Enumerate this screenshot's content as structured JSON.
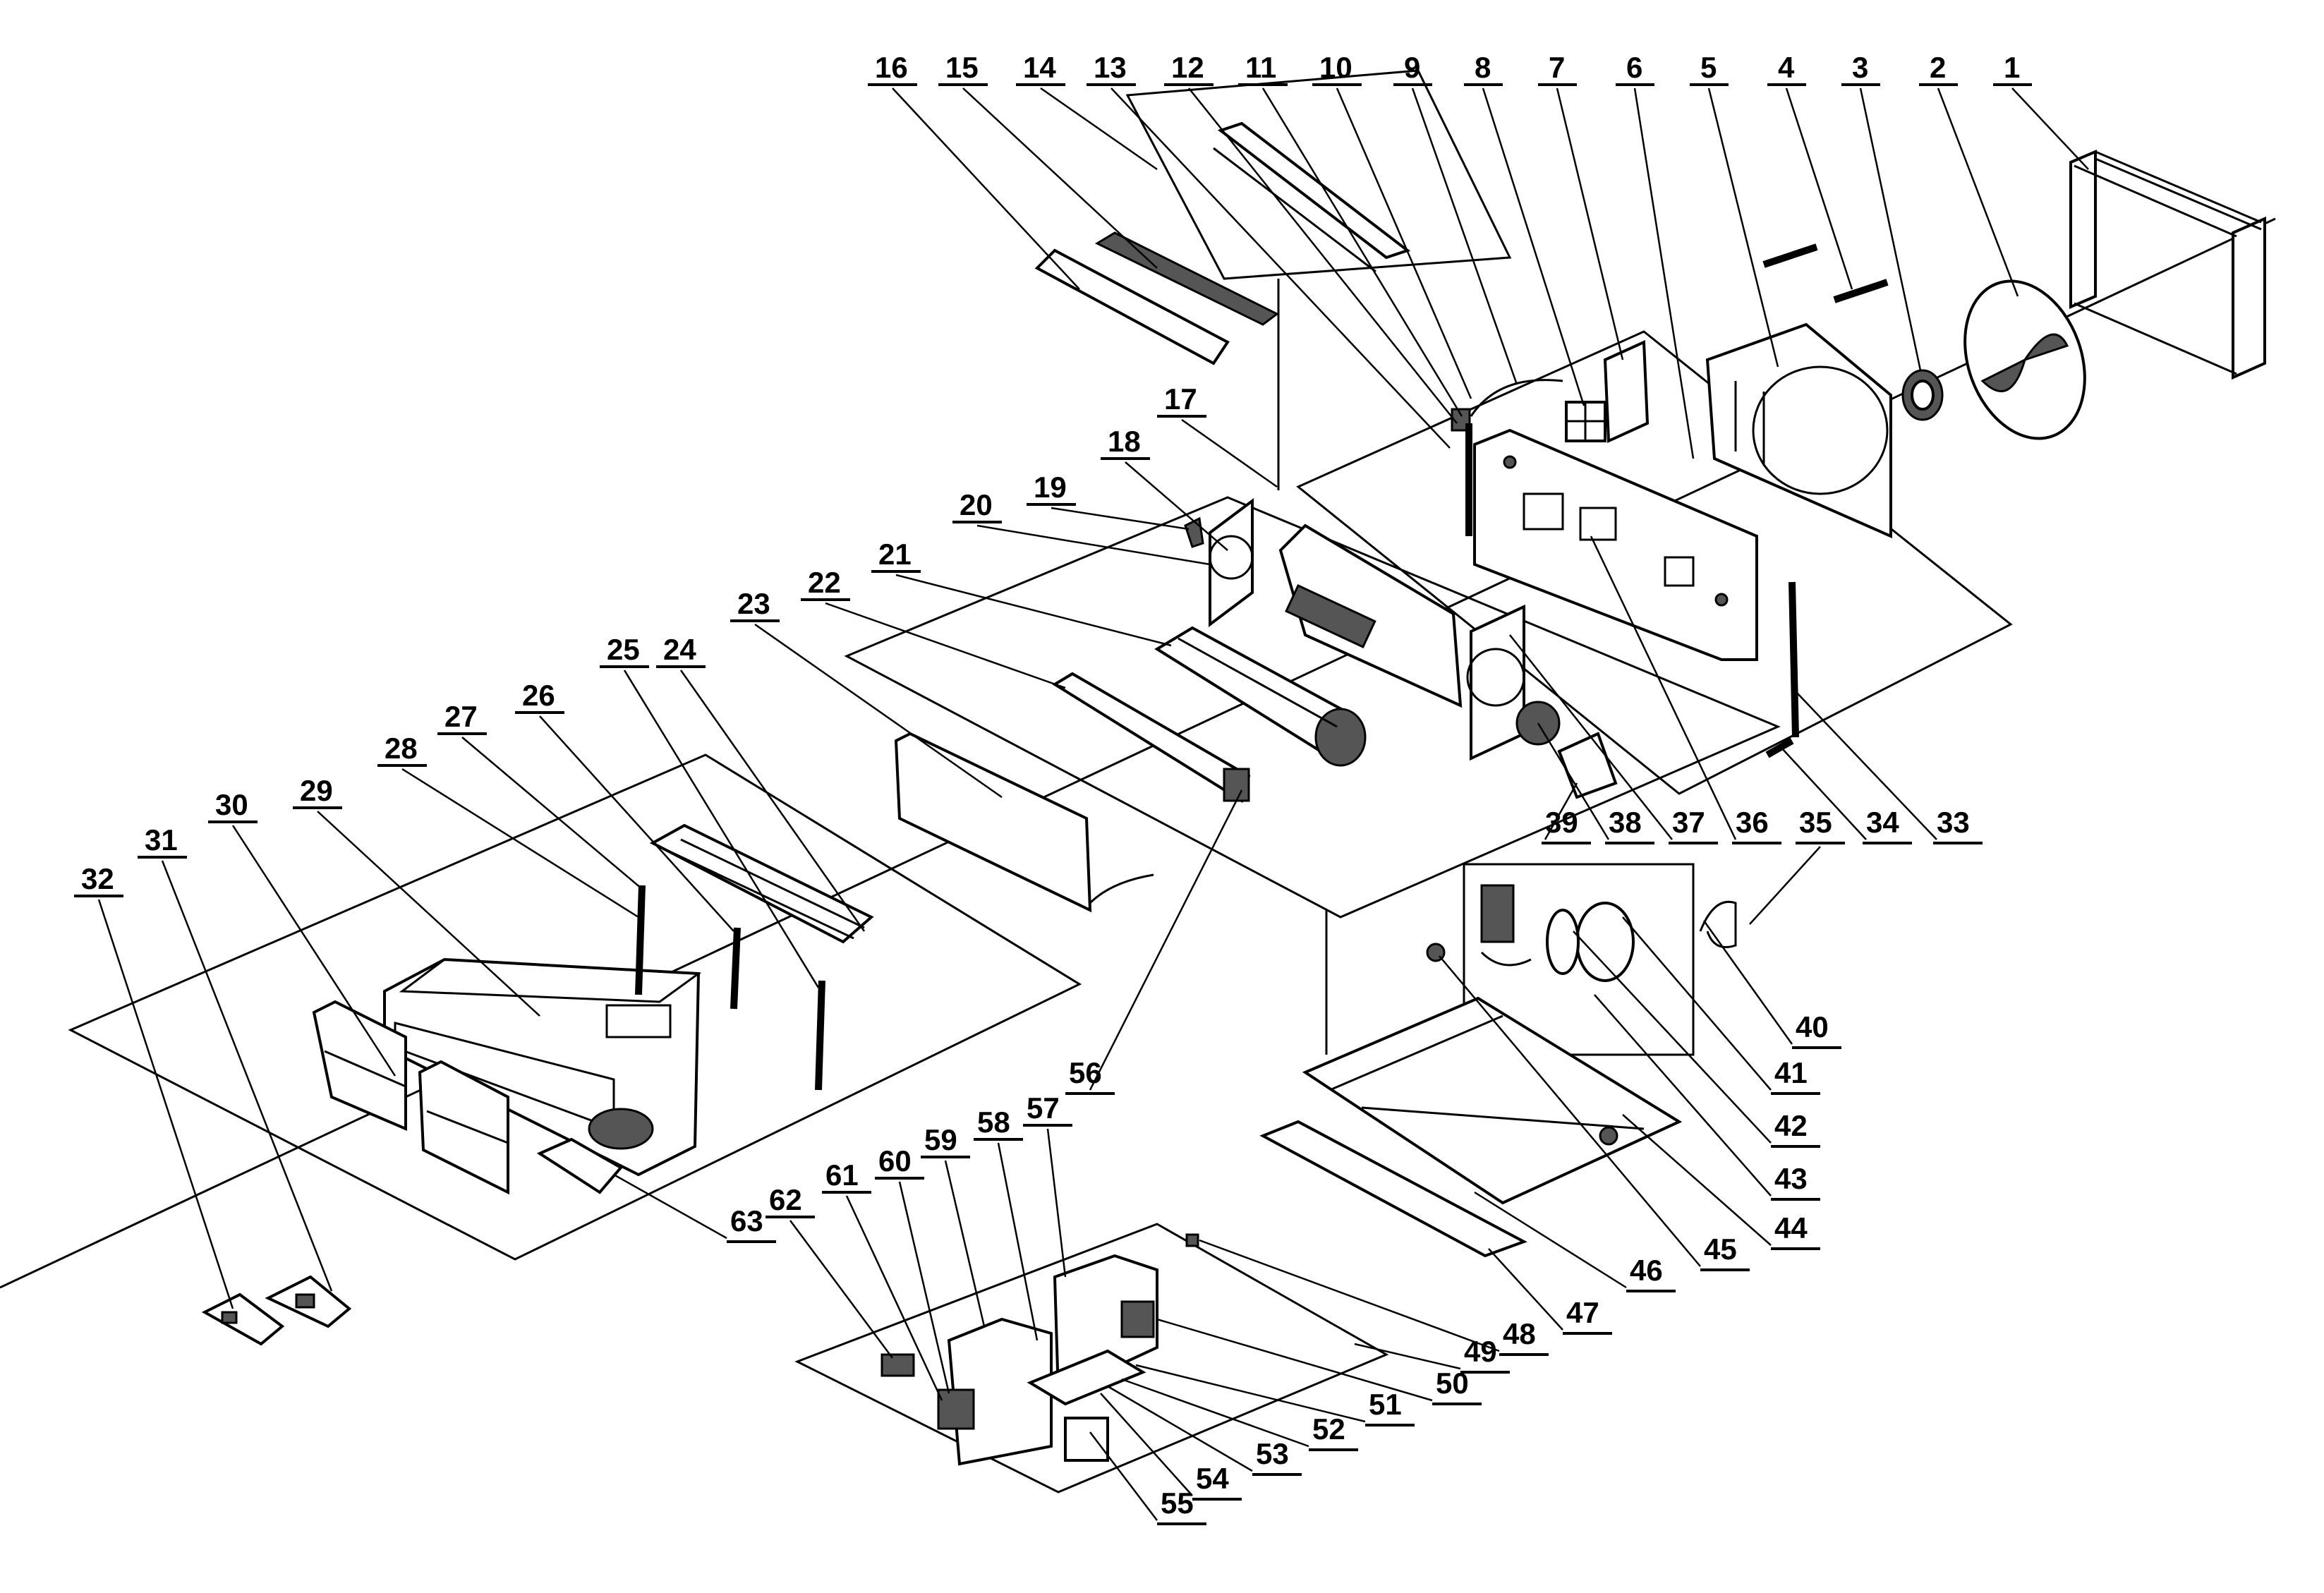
{
  "colors": {
    "ink": "#000000",
    "background": "#ffffff"
  },
  "labels": [
    {
      "id": "1",
      "text": "1"
    },
    {
      "id": "2",
      "text": "2"
    },
    {
      "id": "3",
      "text": "3"
    },
    {
      "id": "4",
      "text": "4"
    },
    {
      "id": "5",
      "text": "5"
    },
    {
      "id": "6",
      "text": "6"
    },
    {
      "id": "7",
      "text": "7"
    },
    {
      "id": "8",
      "text": "8"
    },
    {
      "id": "9",
      "text": "9"
    },
    {
      "id": "10",
      "text": "10"
    },
    {
      "id": "11",
      "text": "11"
    },
    {
      "id": "12",
      "text": "12"
    },
    {
      "id": "13",
      "text": "13"
    },
    {
      "id": "14",
      "text": "14"
    },
    {
      "id": "15",
      "text": "15"
    },
    {
      "id": "16",
      "text": "16"
    },
    {
      "id": "17",
      "text": "17"
    },
    {
      "id": "18",
      "text": "18"
    },
    {
      "id": "19",
      "text": "19"
    },
    {
      "id": "20",
      "text": "20"
    },
    {
      "id": "21",
      "text": "21"
    },
    {
      "id": "22",
      "text": "22"
    },
    {
      "id": "23",
      "text": "23"
    },
    {
      "id": "24",
      "text": "24"
    },
    {
      "id": "25",
      "text": "25"
    },
    {
      "id": "26",
      "text": "26"
    },
    {
      "id": "27",
      "text": "27"
    },
    {
      "id": "28",
      "text": "28"
    },
    {
      "id": "29",
      "text": "29"
    },
    {
      "id": "30",
      "text": "30"
    },
    {
      "id": "31",
      "text": "31"
    },
    {
      "id": "32",
      "text": "32"
    },
    {
      "id": "33",
      "text": "33"
    },
    {
      "id": "34",
      "text": "34"
    },
    {
      "id": "35",
      "text": "35"
    },
    {
      "id": "36",
      "text": "36"
    },
    {
      "id": "37",
      "text": "37"
    },
    {
      "id": "38",
      "text": "38"
    },
    {
      "id": "39",
      "text": "39"
    },
    {
      "id": "40",
      "text": "40"
    },
    {
      "id": "41",
      "text": "41"
    },
    {
      "id": "42",
      "text": "42"
    },
    {
      "id": "43",
      "text": "43"
    },
    {
      "id": "44",
      "text": "44"
    },
    {
      "id": "45",
      "text": "45"
    },
    {
      "id": "46",
      "text": "46"
    },
    {
      "id": "47",
      "text": "47"
    },
    {
      "id": "48",
      "text": "48"
    },
    {
      "id": "49",
      "text": "49"
    },
    {
      "id": "50",
      "text": "50"
    },
    {
      "id": "51",
      "text": "51"
    },
    {
      "id": "52",
      "text": "52"
    },
    {
      "id": "53",
      "text": "53"
    },
    {
      "id": "54",
      "text": "54"
    },
    {
      "id": "55",
      "text": "55"
    },
    {
      "id": "56",
      "text": "56"
    },
    {
      "id": "57",
      "text": "57"
    },
    {
      "id": "58",
      "text": "58"
    },
    {
      "id": "59",
      "text": "59"
    },
    {
      "id": "60",
      "text": "60"
    },
    {
      "id": "61",
      "text": "61"
    },
    {
      "id": "62",
      "text": "62"
    },
    {
      "id": "63",
      "text": "63"
    }
  ]
}
